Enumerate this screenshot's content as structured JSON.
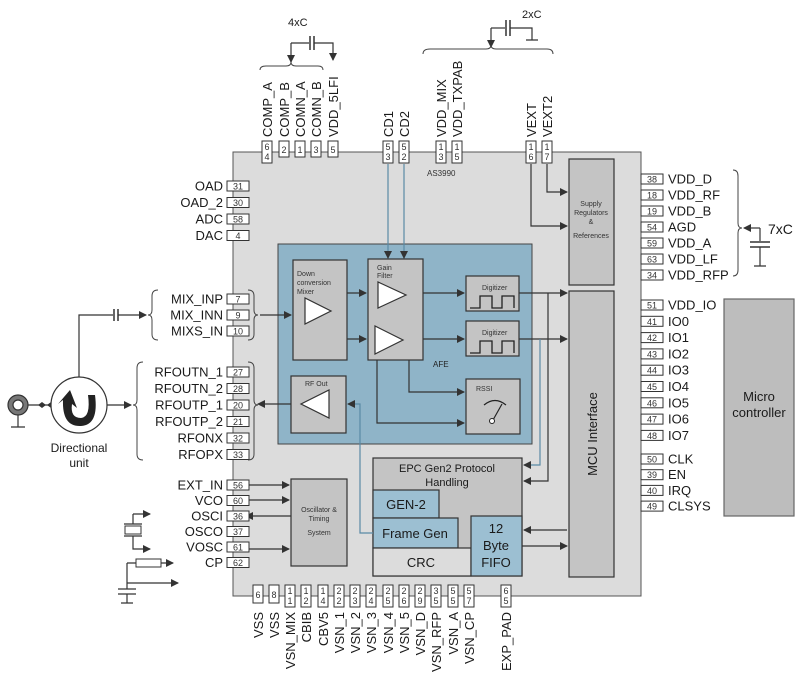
{
  "chip": {
    "name": "AS3990"
  },
  "top_caps": {
    "left_label": "4xC",
    "right_label": "2xC"
  },
  "right_cap": {
    "label": "7xC"
  },
  "top_pins": [
    {
      "name": "COMP_A",
      "num": "6 4"
    },
    {
      "name": "COMP_B",
      "num": "2"
    },
    {
      "name": "COMN_A",
      "num": "1"
    },
    {
      "name": "COMN_B",
      "num": "3"
    },
    {
      "name": "VDD_5LFI",
      "num": "5"
    },
    {
      "name": "CD1",
      "num": "5 3"
    },
    {
      "name": "CD2",
      "num": "5 2"
    },
    {
      "name": "VDD_MIX",
      "num": "1 3"
    },
    {
      "name": "VDD_TXPAB",
      "num": "1 5"
    },
    {
      "name": "VEXT",
      "num": "1 6"
    },
    {
      "name": "VEXT2",
      "num": "1 7"
    }
  ],
  "left_pins_top": [
    {
      "name": "OAD",
      "num": "31"
    },
    {
      "name": "OAD_2",
      "num": "30"
    },
    {
      "name": "ADC",
      "num": "58"
    },
    {
      "name": "DAC",
      "num": "4"
    }
  ],
  "left_pins_mix": [
    {
      "name": "MIX_INP",
      "num": "7"
    },
    {
      "name": "MIX_INN",
      "num": "9"
    },
    {
      "name": "MIXS_IN",
      "num": "10"
    }
  ],
  "left_pins_rf": [
    {
      "name": "RFOUTN_1",
      "num": "27"
    },
    {
      "name": "RFOUTN_2",
      "num": "28"
    },
    {
      "name": "RFOUTP_1",
      "num": "20"
    },
    {
      "name": "RFOUTP_2",
      "num": "21"
    },
    {
      "name": "RFONX",
      "num": "32"
    },
    {
      "name": "RFOPX",
      "num": "33"
    }
  ],
  "left_pins_osc": [
    {
      "name": "EXT_IN",
      "num": "56"
    },
    {
      "name": "VCO",
      "num": "60"
    },
    {
      "name": "OSCI",
      "num": "36"
    },
    {
      "name": "OSCO",
      "num": "37"
    },
    {
      "name": "VOSC",
      "num": "61"
    },
    {
      "name": "CP",
      "num": "62"
    }
  ],
  "right_pins_supply": [
    {
      "name": "VDD_D",
      "num": "38"
    },
    {
      "name": "VDD_RF",
      "num": "18"
    },
    {
      "name": "VDD_B",
      "num": "19"
    },
    {
      "name": "AGD",
      "num": "54"
    },
    {
      "name": "VDD_A",
      "num": "59"
    },
    {
      "name": "VDD_LF",
      "num": "63"
    },
    {
      "name": "VDD_RFP",
      "num": "34"
    }
  ],
  "right_pins_io": [
    {
      "name": "VDD_IO",
      "num": "51"
    },
    {
      "name": "IO0",
      "num": "41"
    },
    {
      "name": "IO1",
      "num": "42"
    },
    {
      "name": "IO2",
      "num": "43"
    },
    {
      "name": "IO3",
      "num": "44"
    },
    {
      "name": "IO4",
      "num": "45"
    },
    {
      "name": "IO5",
      "num": "46"
    },
    {
      "name": "IO6",
      "num": "47"
    },
    {
      "name": "IO7",
      "num": "48"
    }
  ],
  "right_pins_ctrl": [
    {
      "name": "CLK",
      "num": "50"
    },
    {
      "name": "EN",
      "num": "39"
    },
    {
      "name": "IRQ",
      "num": "40"
    },
    {
      "name": "CLSYS",
      "num": "49"
    }
  ],
  "bottom_pins": [
    {
      "name": "VSS",
      "num": "6"
    },
    {
      "name": "VSS",
      "num": "8"
    },
    {
      "name": "VSN_MIX",
      "num": "1 1"
    },
    {
      "name": "CBIB",
      "num": "1 2"
    },
    {
      "name": "CBV5",
      "num": "1 4"
    },
    {
      "name": "VSN_1",
      "num": "2 2"
    },
    {
      "name": "VSN_2",
      "num": "2 3"
    },
    {
      "name": "VSN_3",
      "num": "2 4"
    },
    {
      "name": "VSN_4",
      "num": "2 5"
    },
    {
      "name": "VSN_5",
      "num": "2 6"
    },
    {
      "name": "VSN_D",
      "num": "2 9"
    },
    {
      "name": "VSN_RFP",
      "num": "3 5"
    },
    {
      "name": "VSN_A",
      "num": "5 5"
    },
    {
      "name": "VSN_CP",
      "num": "5 7"
    },
    {
      "name": "EXP_PAD",
      "num": "6 5"
    }
  ],
  "blocks": {
    "afe": "AFE",
    "mixer": [
      "Down",
      "conversion",
      "Mixer"
    ],
    "gain_filter": [
      "Gain",
      "Filter"
    ],
    "digitizer1": "Digitizer",
    "digitizer2": "Digitizer",
    "rssi": "RSSI",
    "rf_out": "RF Out",
    "supply": [
      "Supply",
      "Regulators",
      "&",
      "References"
    ],
    "mcu_interface": "MCU Interface",
    "oscillator": [
      "Oscillator &",
      "Timing",
      "System"
    ],
    "epc": [
      "EPC Gen2 Protocol",
      "Handling"
    ],
    "gen2": "GEN-2",
    "frame_gen": "Frame Gen",
    "crc": "CRC",
    "fifo": [
      "12",
      "Byte",
      "FIFO"
    ],
    "microcontroller": [
      "Micro",
      "controller"
    ],
    "directional": [
      "Directional",
      "unit"
    ]
  }
}
